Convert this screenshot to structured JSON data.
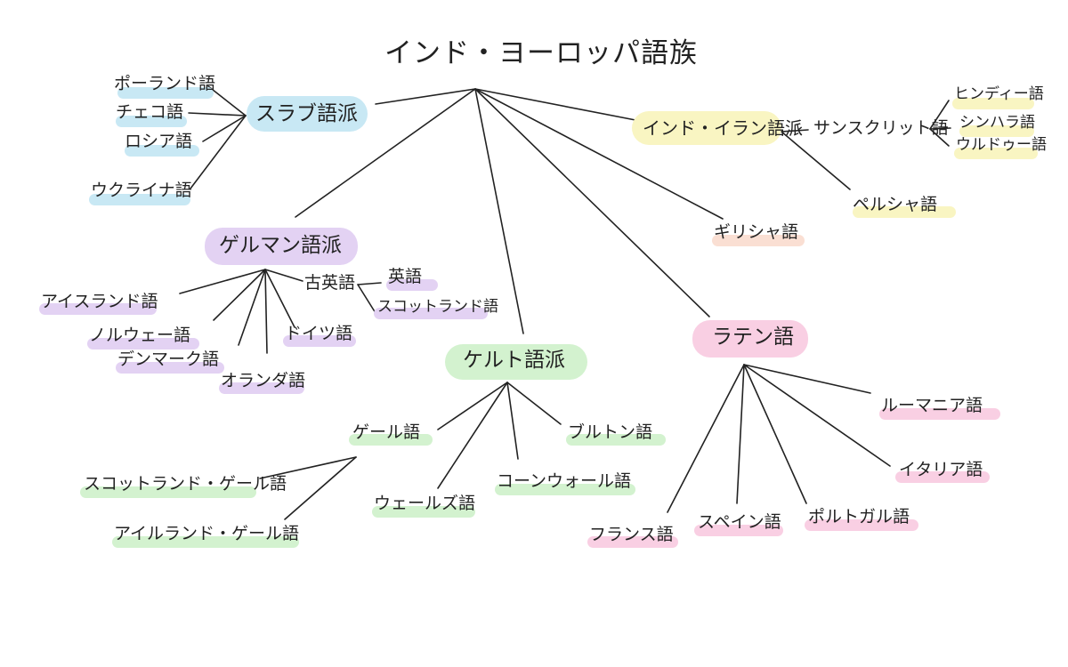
{
  "colors": {
    "slavic": "#c8e8f4",
    "indo_iranian": "#f9f5c2",
    "germanic": "#e3d2f3",
    "celtic": "#d3f2cf",
    "latin": "#f9cfe3",
    "greek": "#fadfd3",
    "ink": "#222222"
  },
  "title": "インド・ヨーロッパ語族",
  "slavic": {
    "branch": "スラブ語派",
    "polish": "ポーランド語",
    "czech": "チェコ語",
    "russian": "ロシア語",
    "ukrainian": "ウクライナ語"
  },
  "indo_iranian": {
    "branch": "インド・イラン語派",
    "sanskrit": "サンスクリット語",
    "hindi": "ヒンディー語",
    "sinhala": "シンハラ語",
    "urdu": "ウルドゥー語",
    "persian": "ペルシャ語"
  },
  "greek": {
    "label": "ギリシャ語"
  },
  "germanic": {
    "branch": "ゲルマン語派",
    "icelandic": "アイスランド語",
    "norwegian": "ノルウェー語",
    "danish": "デンマーク語",
    "dutch": "オランダ語",
    "german": "ドイツ語",
    "old_english": "古英語",
    "english": "英語",
    "scots": "スコットランド語"
  },
  "celtic": {
    "branch": "ケルト語派",
    "gaelic": "ゲール語",
    "scottish_gaelic": "スコットランド・ゲール語",
    "irish_gaelic": "アイルランド・ゲール語",
    "welsh": "ウェールズ語",
    "cornish": "コーンウォール語",
    "breton": "ブルトン語"
  },
  "latin": {
    "branch": "ラテン語",
    "romanian": "ルーマニア語",
    "italian": "イタリア語",
    "french": "フランス語",
    "spanish": "スペイン語",
    "portuguese": "ポルトガル語"
  }
}
